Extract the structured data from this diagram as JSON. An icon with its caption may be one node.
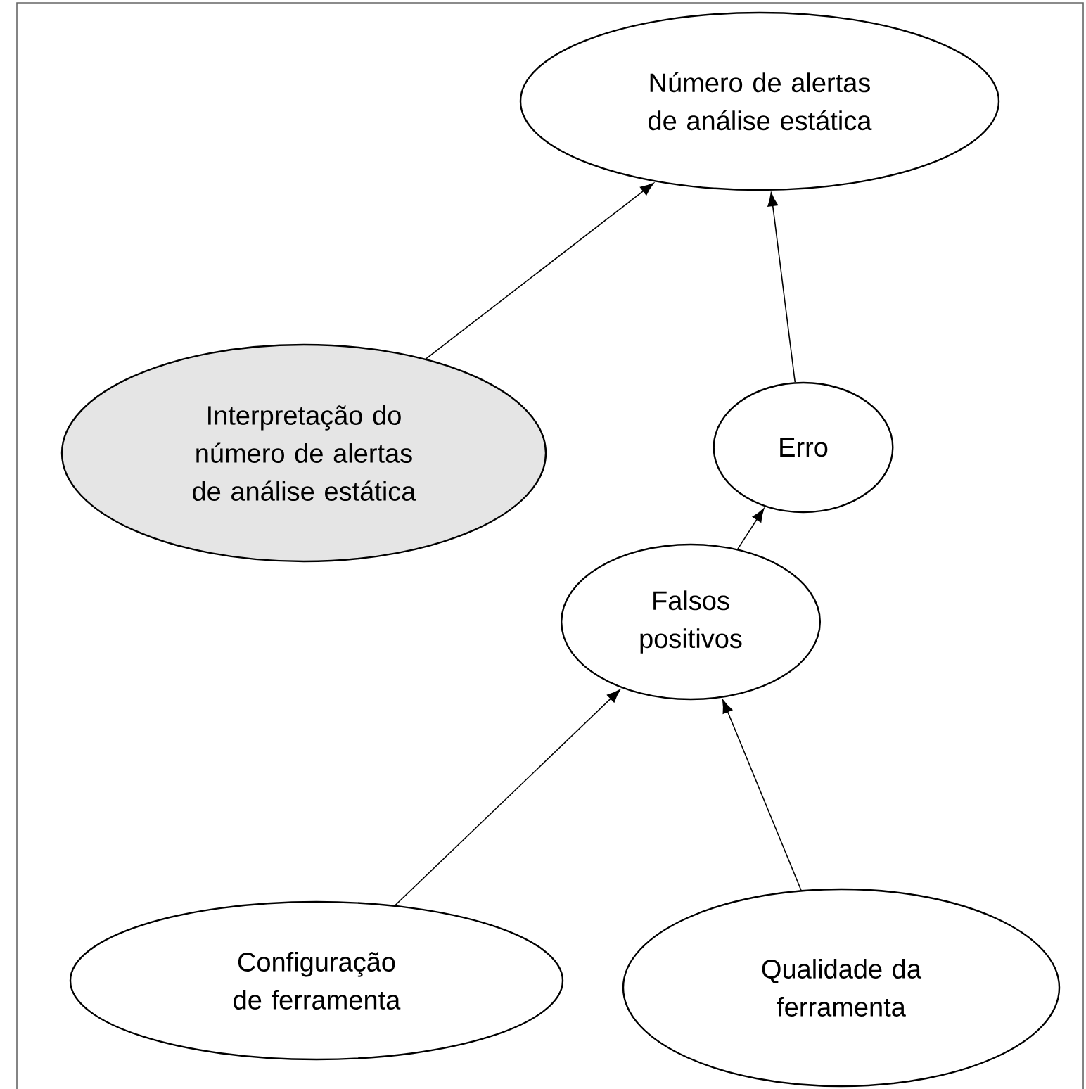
{
  "diagram": {
    "nodes": [
      {
        "text": [
          "Número de alertas de análise estática"
        ]
      },
      {
        "text": [
          "Interpretação do número de alertas de análise estática"
        ]
      },
      {
        "text": [
          "Erro"
        ]
      },
      {
        "text": [
          "Falsos positivos"
        ]
      },
      {
        "text": [
          "Configuração de ferramenta"
        ]
      },
      {
        "text": [
          "Qualidade da ferramenta"
        ]
      }
    ],
    "edges": [
      {
        "from": 1,
        "to": 0,
        "arrow": "to"
      },
      {
        "from": 2,
        "to": 0,
        "arrow": "to"
      },
      {
        "from": 3,
        "to": 2,
        "arrow": "to"
      },
      {
        "from": 4,
        "to": 3,
        "arrow": "to"
      },
      {
        "from": 5,
        "to": 3,
        "arrow": "to"
      }
    ]
  }
}
